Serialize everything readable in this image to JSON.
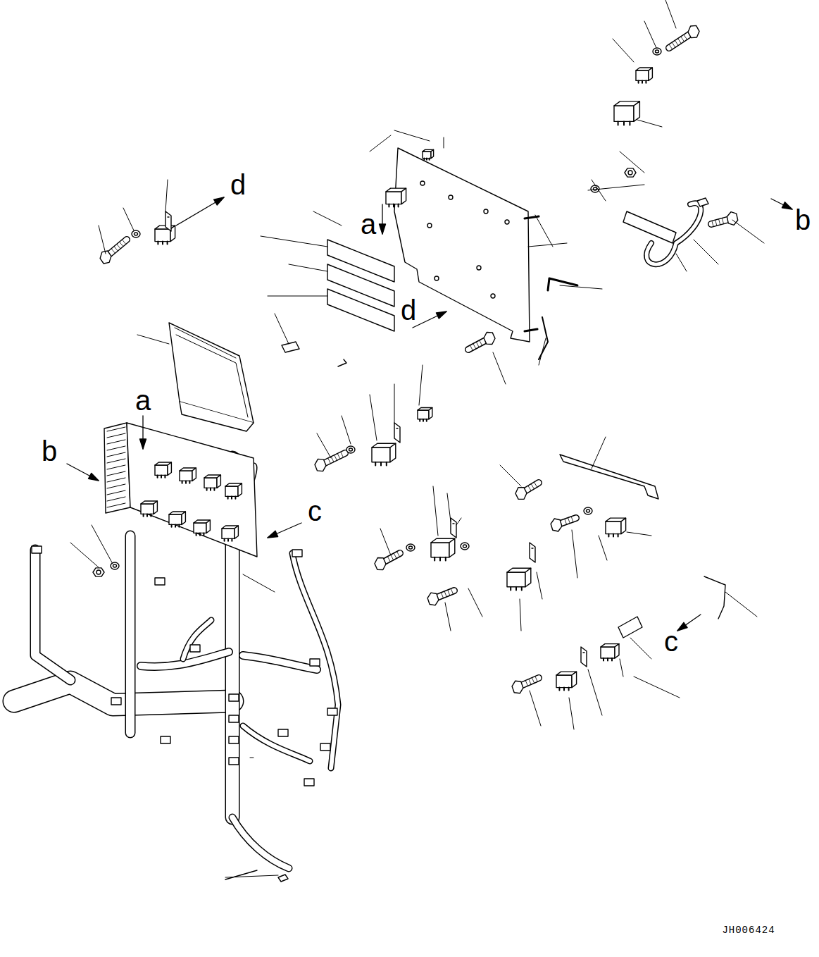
{
  "diagram": {
    "labels": [
      "d",
      "b",
      "a",
      "d",
      "a",
      "b",
      "c",
      "c",
      "JH006424"
    ]
  }
}
